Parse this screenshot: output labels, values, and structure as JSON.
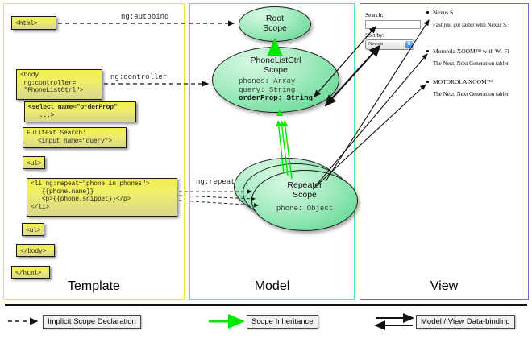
{
  "panels": {
    "template": {
      "label": "Template",
      "border_color": "#e8e53c"
    },
    "model": {
      "label": "Model",
      "border_color": "#4ae8a8"
    },
    "view": {
      "label": "View",
      "border_color": "#7a5fe0"
    }
  },
  "template": {
    "boxes": [
      {
        "name": "html-open-box",
        "text": "<html>"
      },
      {
        "name": "body-open-box",
        "text": "<body\n ng:controller=\n \"PhoneListCtrl\">"
      },
      {
        "name": "select-box",
        "text": "<select name=\"orderProp\"\n   ...>"
      },
      {
        "name": "fulltext-search-box",
        "text": "Fulltext Search:\n   <input name=\"query\">"
      },
      {
        "name": "ul-open-box",
        "text": "<ul>"
      },
      {
        "name": "li-repeat-box",
        "text": "<li ng:repeat=\"phone in phones\">\n   {{phone.name}}\n   <p>{{phone.snippet}}</p>\n</li>"
      },
      {
        "name": "ul-close-box",
        "text": "<ul>"
      },
      {
        "name": "body-close-box",
        "text": "</body>"
      },
      {
        "name": "html-close-box",
        "text": "</html>"
      }
    ]
  },
  "model": {
    "root_scope": {
      "title_line1": "Root",
      "title_line2": "Scope"
    },
    "phonelist_scope": {
      "title_line1": "PhoneListCtrl",
      "title_line2": "Scope",
      "props": [
        {
          "text": "phones: Array",
          "bold": false
        },
        {
          "text": "query: String",
          "bold": false
        },
        {
          "text": "orderProp: String",
          "bold": true
        }
      ]
    },
    "repeater_scope": {
      "title_line1": "Repeater",
      "title_line2": "Scope",
      "props": [
        {
          "text": "phone: Object",
          "bold": false
        }
      ]
    }
  },
  "connectors": {
    "autobind": "ng:autobind",
    "controller": "ng:controller",
    "repeat": "ng:repeat"
  },
  "view": {
    "search_label": "Search:",
    "search_value": "",
    "search_placeholder": "",
    "sort_label": "Sort by:",
    "sort_selected": "Newest",
    "sort_options": [
      "Newest"
    ],
    "dropdown_icon": "chevron-updown-icon",
    "phones": [
      {
        "name": "Nexus S",
        "snippet": "Fast just got faster with Nexus S."
      },
      {
        "name": "Motorola XOOM™ with Wi-Fi",
        "snippet": "The Next, Next Generation tablet."
      },
      {
        "name": "MOTOROLA XOOM™",
        "snippet": "The Next, Next Generation tablet."
      }
    ]
  },
  "legend": {
    "items": [
      {
        "name": "implicit-scope-declaration",
        "label": "Implicit Scope Declaration",
        "arrow": "dashed-arrow",
        "color": "#111111"
      },
      {
        "name": "scope-inheritance",
        "label": "Scope Inheritance",
        "arrow": "solid-arrow",
        "color": "#00e800"
      },
      {
        "name": "model-view-data-binding",
        "label": "Model / View Data-binding",
        "arrow": "double-arrow",
        "color": "#111111"
      }
    ]
  }
}
